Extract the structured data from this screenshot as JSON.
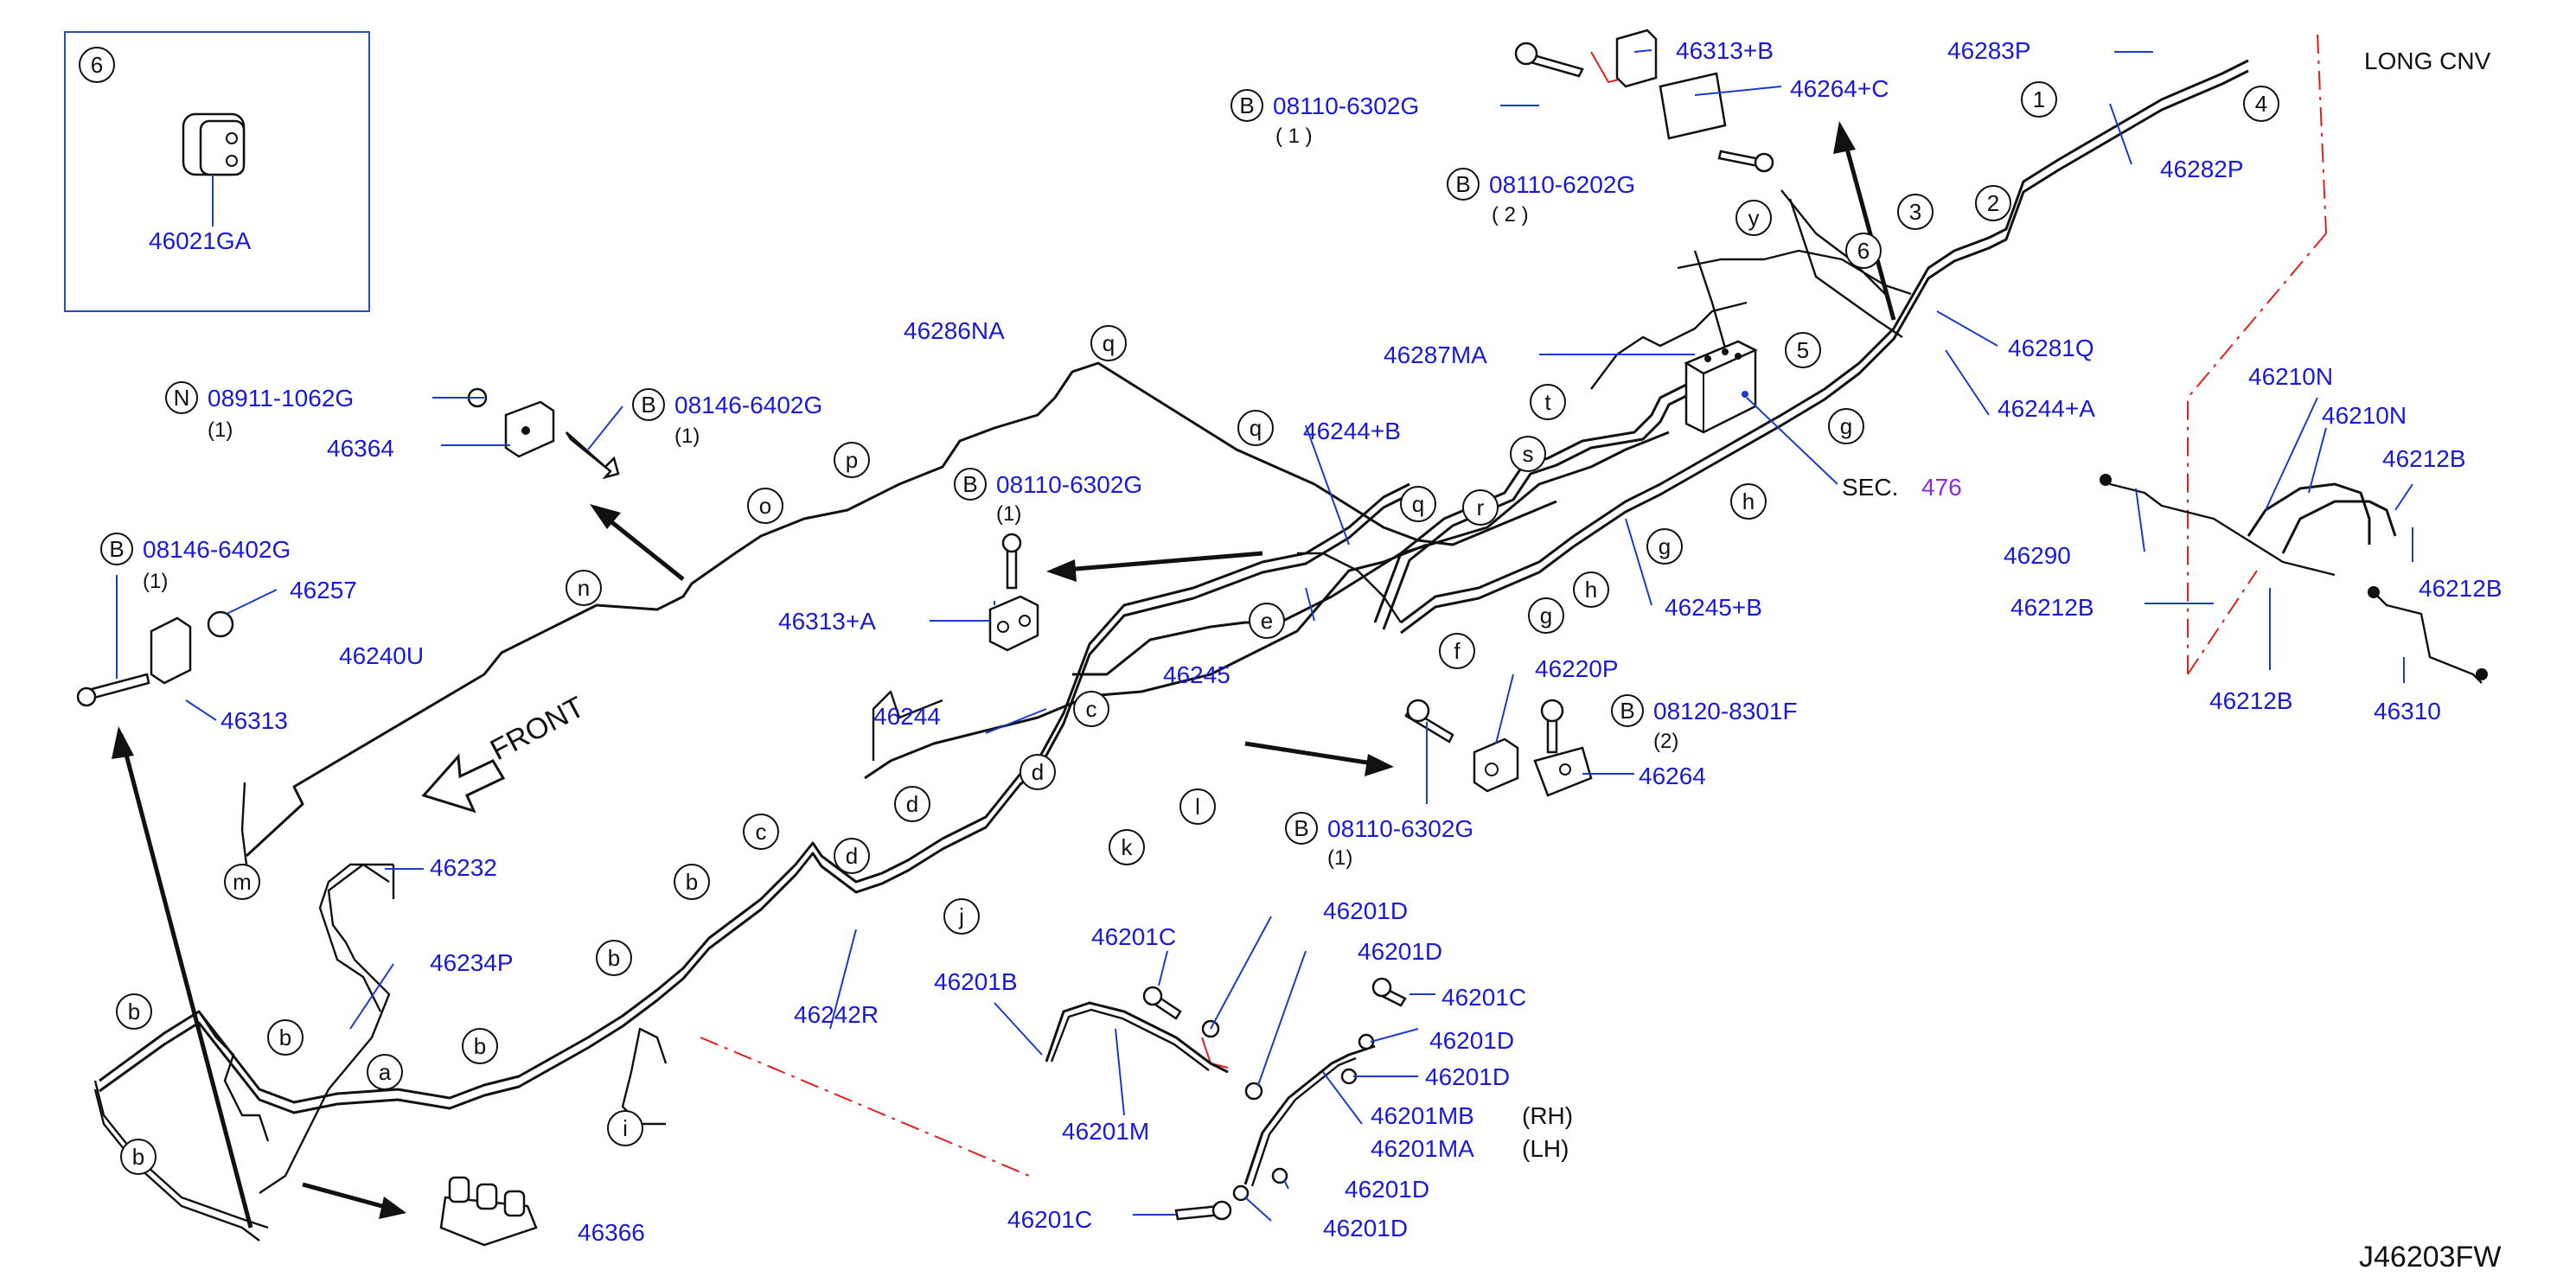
{
  "diagram_code": "J46203FW",
  "note_top_right": "LONG   CNV",
  "inset": {
    "ref": "6",
    "part": "46021GA"
  },
  "parts": {
    "p46286NA": "46286NA",
    "p46240U": "46240U",
    "p46364": "46364",
    "p46257": "46257",
    "p46313": "46313",
    "p46313A": "46313+A",
    "p46244": "46244",
    "p46245": "46245",
    "p46244B": "46244+B",
    "p46287MA": "46287MA",
    "p46313B": "46313+B",
    "p46264C": "46264+C",
    "p46283P": "46283P",
    "p46282P": "46282P",
    "p46281Q": "46281Q",
    "p46244A": "46244+A",
    "p46245B": "46245+B",
    "p46220P": "46220P",
    "p46264": "46264",
    "p46232": "46232",
    "p46234P": "46234P",
    "p46242R": "46242R",
    "p46366": "46366",
    "p46201B": "46201B",
    "p46201M": "46201M",
    "p46201C_a": "46201C",
    "p46201C_b": "46201C",
    "p46201C_c": "46201C",
    "p46201D_a": "46201D",
    "p46201D_b": "46201D",
    "p46201D_c": "46201D",
    "p46201D_d": "46201D",
    "p46201D_e": "46201D",
    "p46201D_f": "46201D",
    "p46201MB": "46201MB",
    "p46201MA": "46201MA",
    "rh": "(RH)",
    "lh": "(LH)",
    "p46210N_a": "46210N",
    "p46210N_b": "46210N",
    "p46212B_a": "46212B",
    "p46212B_b": "46212B",
    "p46212B_c": "46212B",
    "p46212B_d": "46212B",
    "p46290": "46290",
    "p46310": "46310",
    "sec": "SEC.",
    "sec_num": "476"
  },
  "fasteners": [
    {
      "prefix": "N",
      "code": "08911-1062G",
      "qty": "(1)"
    },
    {
      "prefix": "B",
      "code": "08146-6402G",
      "qty": "(1)"
    },
    {
      "prefix": "B",
      "code": "08146-6402G",
      "qty": "(1)"
    },
    {
      "prefix": "B",
      "code": "08110-6302G",
      "qty": "(1)"
    },
    {
      "prefix": "B",
      "code": "08110-6302G",
      "qty": "( 1 )"
    },
    {
      "prefix": "B",
      "code": "08110-6202G",
      "qty": "( 2 )"
    },
    {
      "prefix": "B",
      "code": "08120-8301F",
      "qty": "(2)"
    },
    {
      "prefix": "B",
      "code": "08110-6302G",
      "qty": "(1)"
    }
  ],
  "front_label": "FRONT",
  "callouts": [
    "1",
    "2",
    "3",
    "4",
    "5",
    "6",
    "a",
    "b",
    "b",
    "b",
    "b",
    "b",
    "b",
    "c",
    "c",
    "d",
    "d",
    "d",
    "e",
    "f",
    "g",
    "g",
    "g",
    "h",
    "h",
    "i",
    "j",
    "k",
    "l",
    "m",
    "n",
    "o",
    "p",
    "q",
    "q",
    "q",
    "r",
    "s",
    "t",
    "y"
  ]
}
